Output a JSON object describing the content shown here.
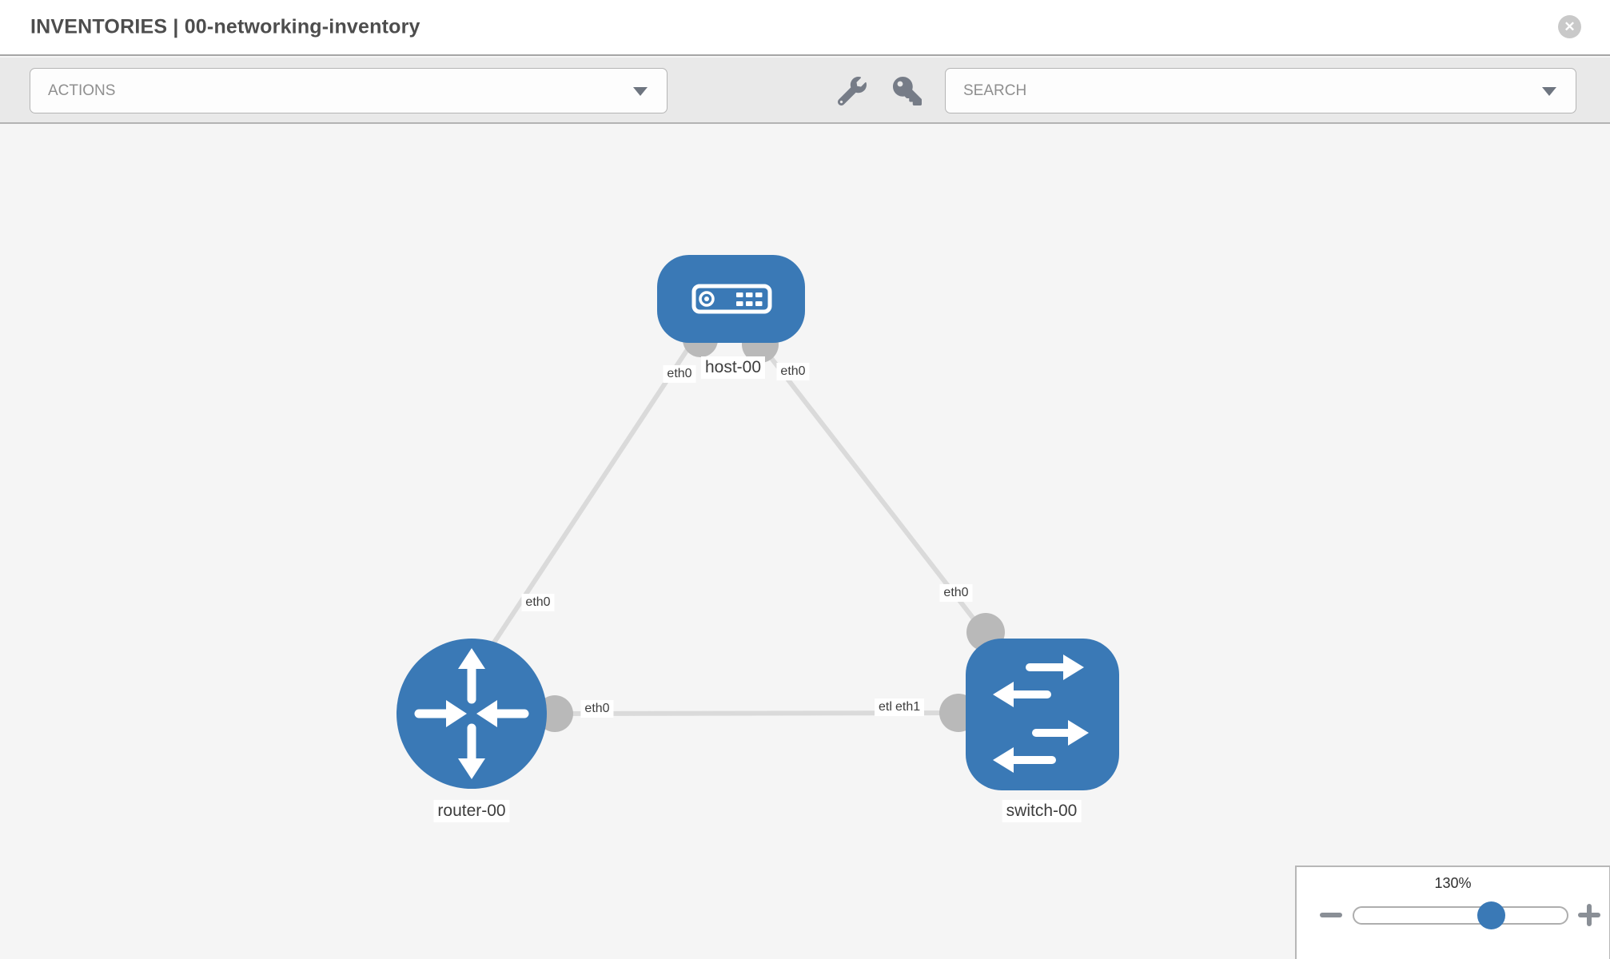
{
  "header": {
    "title": "INVENTORIES | 00-networking-inventory",
    "close_glyph": "✕"
  },
  "toolbar": {
    "actions_label": "ACTIONS",
    "search_label": "SEARCH"
  },
  "topology": {
    "nodes": [
      {
        "id": "host-00",
        "label": "host-00",
        "type": "host",
        "shape": "rounded-rect"
      },
      {
        "id": "router-00",
        "label": "router-00",
        "type": "router",
        "shape": "circle"
      },
      {
        "id": "switch-00",
        "label": "switch-00",
        "type": "switch",
        "shape": "rounded-square"
      }
    ],
    "links": [
      {
        "from": "host-00",
        "to": "router-00",
        "from_interface": "eth0",
        "to_interface": "eth0"
      },
      {
        "from": "host-00",
        "to": "switch-00",
        "from_interface": "eth0",
        "to_interface": "eth0"
      },
      {
        "from": "router-00",
        "to": "switch-00",
        "from_interface": "eth0",
        "to_interface": "eth1"
      }
    ],
    "edge_labels": {
      "host_router_host_side": "eth0",
      "host_switch_host_side": "eth0",
      "host_router_router_side": "eth0",
      "host_switch_switch_side": "eth0",
      "router_switch_router_side": "eth0",
      "router_switch_switch_side_back": "eth0",
      "router_switch_switch_side_front": "eth1"
    }
  },
  "zoom_control": {
    "percent": "130%",
    "value": 130
  },
  "colors": {
    "node_blue": "#3a79b6",
    "link_gray": "#dadada",
    "endpoint_gray": "#b9b9b9",
    "canvas_bg": "#f5f5f5",
    "toolbar_bg": "#e9e9e9"
  }
}
